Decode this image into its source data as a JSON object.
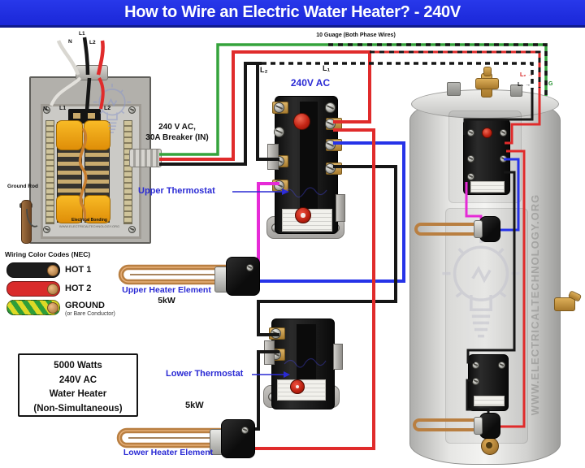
{
  "title": "How to Wire an Electric Water Heater? - 240V",
  "top_note": "10 Guage (Both Phase Wires)",
  "panel": {
    "feed": {
      "l1": "L1",
      "n": "N",
      "l2": "L2"
    },
    "bus": {
      "n": "N",
      "l1": "L1",
      "l2": "L2"
    },
    "bonding": "Electrical Bonding",
    "bonding_url": "WWW.ELECTRICALTECHNOLOGY.ORG",
    "ground_rod": "Ground Rod",
    "breaker_note": "240 V AC,\n30A Breaker (IN)"
  },
  "thermostats": {
    "l2": "L₂",
    "l1": "L₁",
    "voltage": "240V AC",
    "upper": "Upper Thermostat",
    "lower": "Lower Thermostat"
  },
  "elements": {
    "upper": "Upper Heater Element",
    "upper_power": "5kW",
    "lower": "Lower Heater Element",
    "lower_power": "5kW"
  },
  "legend": {
    "title": "Wiring Color Codes (NEC)",
    "items": [
      {
        "label": "HOT 1",
        "color": "#1c1c1c"
      },
      {
        "label": "HOT 2",
        "color": "#d92b2b"
      },
      {
        "label": "GROUND",
        "color": "#2f9e3a / #ded926",
        "note": "(or Bare Conductor)"
      }
    ]
  },
  "spec_box": {
    "lines": [
      "5000 Watts",
      "240V AC",
      "Water Heater",
      "(Non-Simultaneous)"
    ]
  },
  "tank": {
    "l2": "L₂ →",
    "l1": "L₁ →",
    "g": "G",
    "watermark": "WWW.ELECTRICALTECHNOLOGY.ORG"
  },
  "colors": {
    "title_bg": "#1d2be0",
    "hot1_black": "#161616",
    "hot2_red": "#e02b2b",
    "ground_green": "#35a33c",
    "blue_wire": "#2633e8",
    "magenta_wire": "#e62ad7",
    "label_blue": "#2a2ad4",
    "copper": "#b97f41"
  }
}
